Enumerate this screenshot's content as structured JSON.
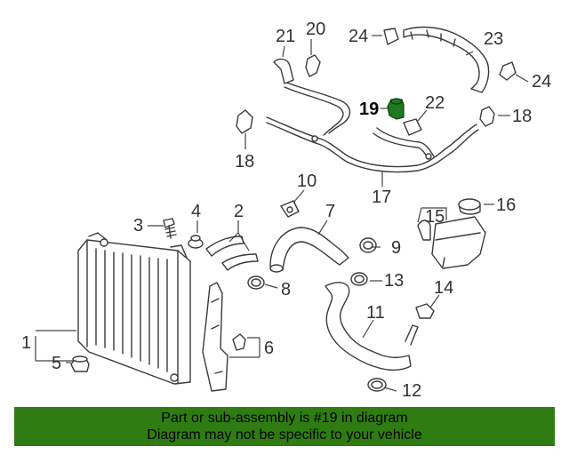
{
  "callouts": {
    "c1": "1",
    "c2": "2",
    "c3": "3",
    "c4": "4",
    "c5": "5",
    "c6": "6",
    "c7": "7",
    "c8": "8",
    "c9": "9",
    "c10": "10",
    "c11": "11",
    "c12": "12",
    "c13": "13",
    "c14": "14",
    "c15": "15",
    "c16": "16",
    "c17": "17",
    "c18a": "18",
    "c18b": "18",
    "c19": "19",
    "c20": "20",
    "c21": "21",
    "c22": "22",
    "c23": "23",
    "c24a": "24",
    "c24b": "24"
  },
  "highlight_color": "#1f7a1f",
  "banner": {
    "line1": "Part or sub-assembly is #19 in diagram",
    "line2": "Diagram may not be specific to your vehicle",
    "background": "#2f7d12"
  }
}
